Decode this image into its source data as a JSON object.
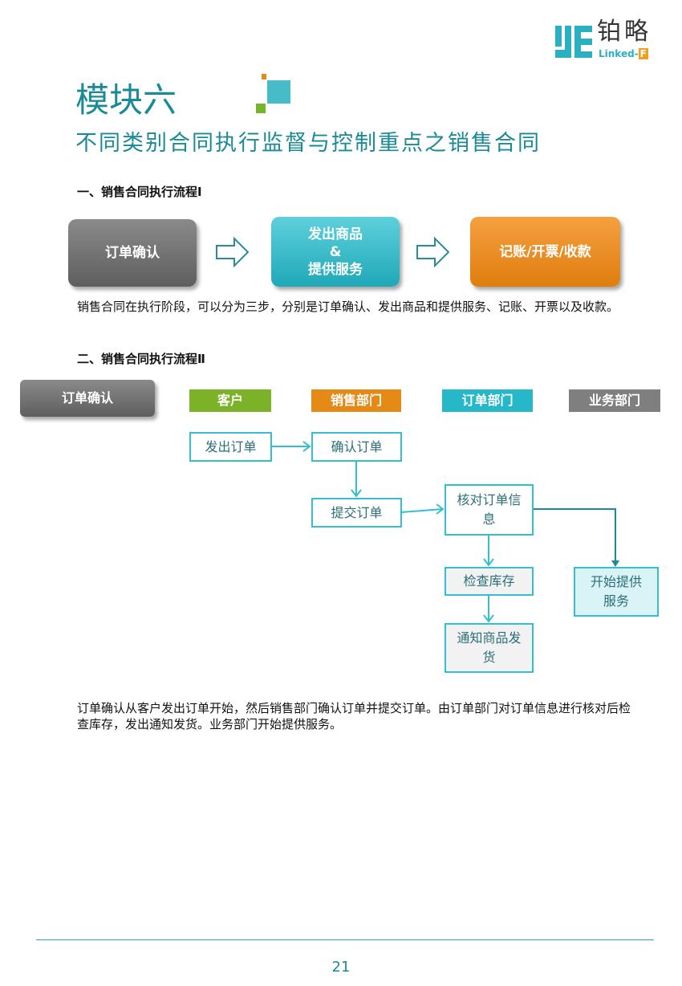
{
  "header": {
    "logo_cn": "铂略",
    "logo_en": "Linked-",
    "logo_en_badge": "F"
  },
  "title": "模块六",
  "subtitle": "不同类别合同执行监督与控制重点之销售合同",
  "section1": {
    "heading": "一、销售合同执行流程Ⅰ",
    "steps": [
      "订单确认",
      "发出商品\n&\n提供服务",
      "记账/开票/收款"
    ],
    "description": "销售合同在执行阶段，可以分为三步，分别是订单确认、发出商品和提供服务、记账、开票以及收款。"
  },
  "section2": {
    "heading": "二、销售合同执行流程Ⅱ",
    "tag": "订单确认",
    "lanes": [
      "客户",
      "销售部门",
      "订单部门",
      "业务部门"
    ],
    "nodes": {
      "send_order": "发出订单",
      "confirm_order": "确认订单",
      "submit_order": "提交订单",
      "check_info": "核对订单信息",
      "check_stock": "检查库存",
      "notify_ship": "通知商品发货",
      "start_service": "开始提供服务"
    },
    "description": "订单确认从客户发出订单开始，然后销售部门确认订单并提交订单。由订单部门对订单信息进行核对后检查库存，发出通知发货。业务部门开始提供服务。"
  },
  "colors": {
    "teal": "#1a8a96",
    "green": "#7cb228",
    "orange": "#e58a17",
    "cyan": "#26b8c8",
    "gray": "#7f7f7f"
  },
  "page_number": "21"
}
